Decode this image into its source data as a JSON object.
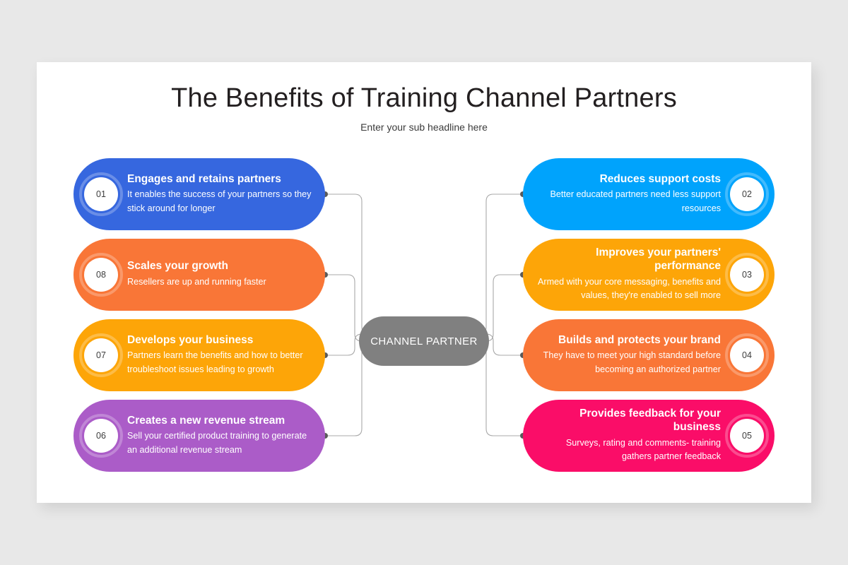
{
  "slide": {
    "title": "The Benefits of Training Channel Partners",
    "subtitle": "Enter your sub headline here",
    "background_color": "#e8e8e8",
    "panel_color": "#ffffff"
  },
  "hub": {
    "label": "CHANNEL PARTNER",
    "color": "#808080"
  },
  "chart_data": {
    "type": "diagram",
    "title": "The Benefits of Training Channel Partners",
    "subtitle": "Enter your sub headline here",
    "center": "CHANNEL PARTNER",
    "layout": "two-column radial mind map, 4 nodes left, 4 nodes right",
    "nodes": [
      {
        "number": "01",
        "side": "left",
        "title": "Engages and retains partners",
        "description": "It enables the success of your partners so they stick around for longer",
        "color": "#3667df"
      },
      {
        "number": "08",
        "side": "left",
        "title": "Scales your growth",
        "description": "Resellers are up and running faster",
        "color": "#f97637"
      },
      {
        "number": "07",
        "side": "left",
        "title": "Develops your business",
        "description": "Partners learn the benefits and how to better troubleshoot issues leading to growth",
        "color": "#fda508"
      },
      {
        "number": "06",
        "side": "left",
        "title": "Creates a new revenue stream",
        "description": "Sell your certified product training to generate an additional revenue stream",
        "color": "#ab5cc8"
      },
      {
        "number": "02",
        "side": "right",
        "title": "Reduces support costs",
        "description": "Better educated partners need less support resources",
        "color": "#00a3fc"
      },
      {
        "number": "03",
        "side": "right",
        "title": "Improves your partners' performance",
        "description": "Armed with your core messaging, benefits and values, they're enabled to sell more",
        "color": "#fda508"
      },
      {
        "number": "04",
        "side": "right",
        "title": "Builds and protects your brand",
        "description": "They have to meet your high standard before becoming an authorized partner",
        "color": "#f97637"
      },
      {
        "number": "05",
        "side": "right",
        "title": "Provides feedback for your business",
        "description": "Surveys, rating and comments- training gathers partner feedback",
        "color": "#fa0d68"
      }
    ]
  }
}
